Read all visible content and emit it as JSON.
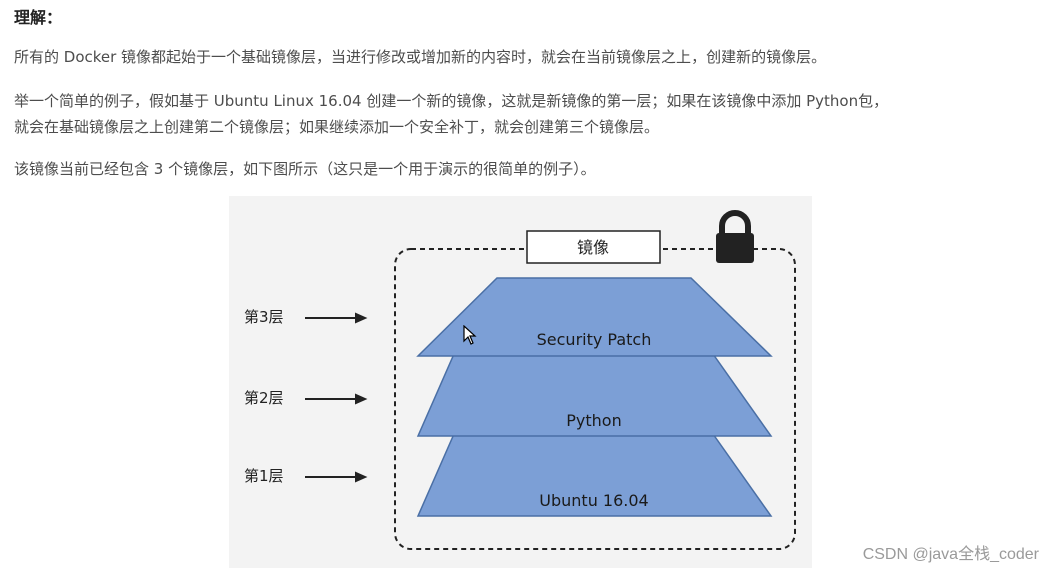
{
  "heading": "理解：",
  "paragraphs": {
    "p1": "所有的 Docker 镜像都起始于一个基础镜像层，当进行修改或增加新的内容时，就会在当前镜像层之上，创建新的镜像层。",
    "p2a": "举一个简单的例子，假如基于 Ubuntu Linux 16.04 创建一个新的镜像，这就是新镜像的第一层；如果在该镜像中添加 Python包，",
    "p2b": "就会在基础镜像层之上创建第二个镜像层；如果继续添加一个安全补丁，就会创建第三个镜像层。",
    "p3": "该镜像当前已经包含 3 个镜像层，如下图所示（这只是一个用于演示的很简单的例子）。"
  },
  "figure": {
    "image_label": "镜像",
    "lock_icon": "lock-icon",
    "layers": [
      {
        "label": "第3层",
        "name": "Security Patch"
      },
      {
        "label": "第2层",
        "name": "Python"
      },
      {
        "label": "第1层",
        "name": "Ubuntu 16.04"
      }
    ],
    "layer_fill": "#7c9fd6",
    "layer_stroke": "#4a6fa5"
  },
  "watermark": "CSDN @java全栈_coder"
}
